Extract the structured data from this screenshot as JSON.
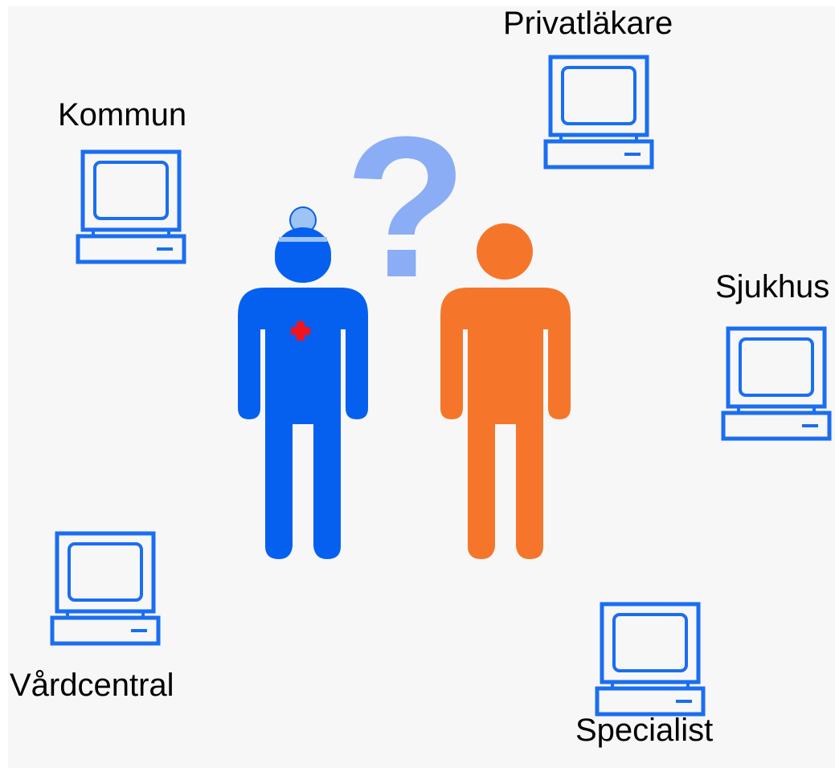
{
  "diagram": {
    "colors": {
      "background": "#f7f7f7",
      "computer": "#1a6ef0",
      "doctor": "#0560f0",
      "doctor_lamp": "#9ec4f5",
      "red_cross": "#f0141e",
      "patient": "#f5762a",
      "question_mark": "#8aadf5"
    },
    "icons": {
      "computer": "computer-icon",
      "doctor": "doctor-icon",
      "patient": "patient-icon",
      "question_mark": "question-mark-icon",
      "red_cross": "red-cross-icon"
    },
    "question_mark_glyph": "?",
    "nodes": [
      {
        "id": "kommun",
        "label": "Kommun"
      },
      {
        "id": "privatlakare",
        "label": "Privatläkare"
      },
      {
        "id": "sjukhus",
        "label": "Sjukhus"
      },
      {
        "id": "vardcentral",
        "label": "Vårdcentral"
      },
      {
        "id": "specialist",
        "label": "Specialist"
      }
    ]
  }
}
